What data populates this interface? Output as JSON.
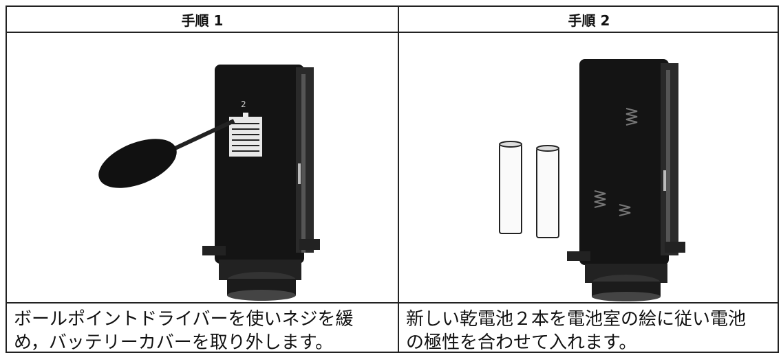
{
  "table": {
    "step1": {
      "heading": "手順 1",
      "caption_line1": "ボールポイントドライバーを使いネジを緩",
      "caption_line2": "め，バッテリーカバーを取り外します。"
    },
    "step2": {
      "heading": "手順 2",
      "caption_line1": "新しい乾電池２本を電池室の絵に従い電池",
      "caption_line2": "の極性を合わせて入れます。"
    }
  }
}
